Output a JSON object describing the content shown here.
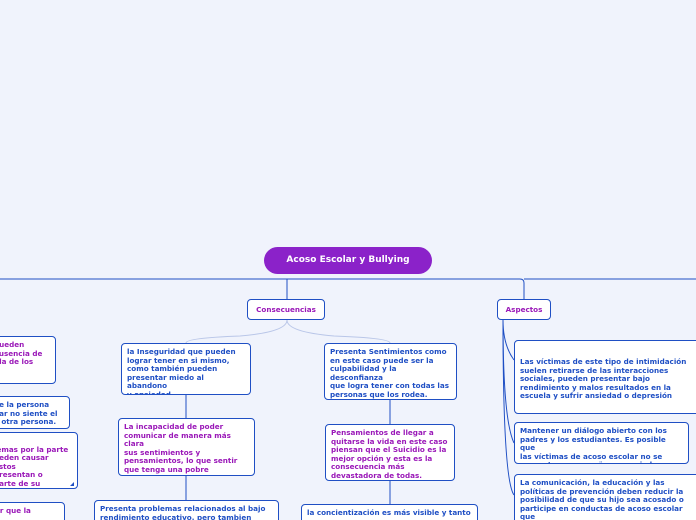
{
  "map": {
    "root": "Acoso Escolar y Bullying",
    "categories": {
      "consecuencias": "Consecuencias",
      "aspectos": "Aspectos"
    },
    "left_partial": [
      "pueden\nausencia de\nida de los",
      "de la persona\nnar no siente el\na otra persona.",
      "lemas por la parte\nueden causar estos\npresentan o\nparte de su",
      "tir que la"
    ],
    "consecuencias_items": [
      "la Inseguridad que pueden\nlograr tener  en si mismo,\ncomo también pueden\npresentar miedo al abandono\ny ansiedad.",
      "La incapacidad de poder\ncomunicar de manera más clara\nsus sentimientos y\npensamientos, lo que sentir\nque tenga una pobre\ninteracción social.",
      "Presenta problemas relacionados al bajo\nrendimiento educativo, pero tambien",
      "Presenta Sentimientos como\nen este caso puede ser la\nculpabilidad y la  desconfianza\nque logra tener con todas las\npersonas que los rodea.",
      "Pensamientos de llegar a\nquitarse la vida en este caso\npiensan que el Suicidio es la\nmejor opción y esta es  la\nconsecuencia más\ndevastadora de todas.",
      "la concientización es más visible y tanto"
    ],
    "aspectos_items": [
      "Las víctimas de este tipo de intimidación\nsuelen retirarse de las interacciones\nsociales, pueden presentar bajo\nrendimiento y malos resultados en la\nescuela y sufrir ansiedad o depresión",
      "Mantener un diálogo abierto con los\npadres y los estudiantes. Es posible que\nlas víctimas de acoso escolar no se\npresenten por vergüenza o miedo",
      "La comunicación, la educación y las\npolíticas de prevención deben reducir la\nposibilidad de que su hijo sea acosado o\nparticipe en conductas de acoso escolar que\ndañen a otros."
    ]
  }
}
